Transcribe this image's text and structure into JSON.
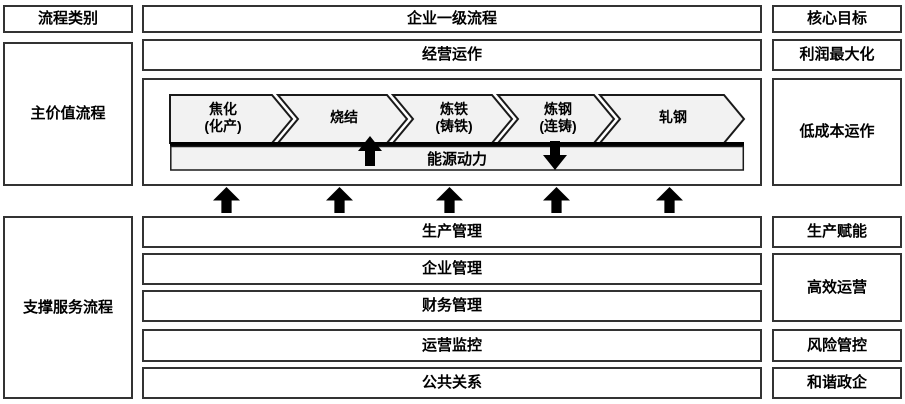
{
  "header": {
    "process_category": "流程类别",
    "enterprise_level1_process": "企业一级流程",
    "core_goals": "核心目标"
  },
  "categories": {
    "main_value": "主价值流程",
    "support_service": "支撑服务流程"
  },
  "main_value": {
    "business_operation": "经营运作",
    "process_chain": [
      {
        "line1": "焦化",
        "line2": "(化产)"
      },
      {
        "line1": "烧结",
        "line2": ""
      },
      {
        "line1": "炼铁",
        "line2": "(铸铁)"
      },
      {
        "line1": "炼钢",
        "line2": "(连铸)"
      },
      {
        "line1": "轧钢",
        "line2": ""
      }
    ],
    "energy_power": "能源动力"
  },
  "support_rows": [
    {
      "label": "生产管理"
    },
    {
      "label": "企业管理"
    },
    {
      "label": "财务管理"
    },
    {
      "label": "运营监控"
    },
    {
      "label": "公共关系"
    }
  ],
  "goals": {
    "profit_max": "利润最大化",
    "low_cost": "低成本运作",
    "production_enable": "生产赋能",
    "efficient_operation": "高效运营",
    "risk_control": "风险管控",
    "gov_harmony": "和谐政企"
  },
  "colors": {
    "border": "#333333",
    "chevron_fill": "#f2f2f2",
    "arrow": "#000000"
  }
}
